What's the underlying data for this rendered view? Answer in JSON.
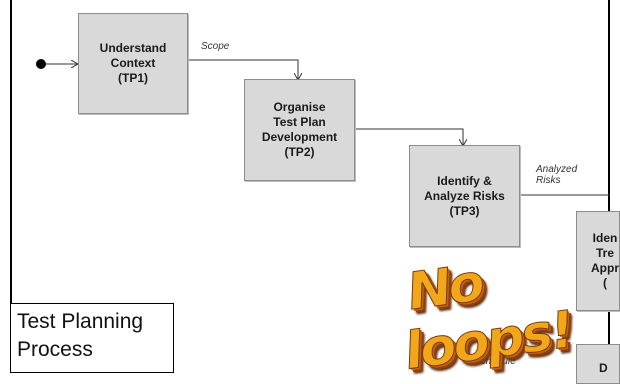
{
  "nodes": {
    "tp1": "Understand\nContext\n(TP1)",
    "tp2": "Organise\nTest Plan\nDevelopment\n(TP2)",
    "tp3": "Identify  &\nAnalyze Risks\n(TP3)",
    "tp4_partial": "Iden\nTre\nAppr\n(",
    "tp5_partial": "D"
  },
  "edges": {
    "scope": "Scope",
    "analyzed_risks": "Analyzed\nRisks",
    "schedule": "Schedule"
  },
  "legend": "Test Planning\nProcess",
  "wordart": "No loops!",
  "colors": {
    "box_fill": "#d9d9d9",
    "box_border": "#8c8c8c",
    "wordart_fill": "#f2a619",
    "wordart_shadow": "#8f3f10"
  }
}
